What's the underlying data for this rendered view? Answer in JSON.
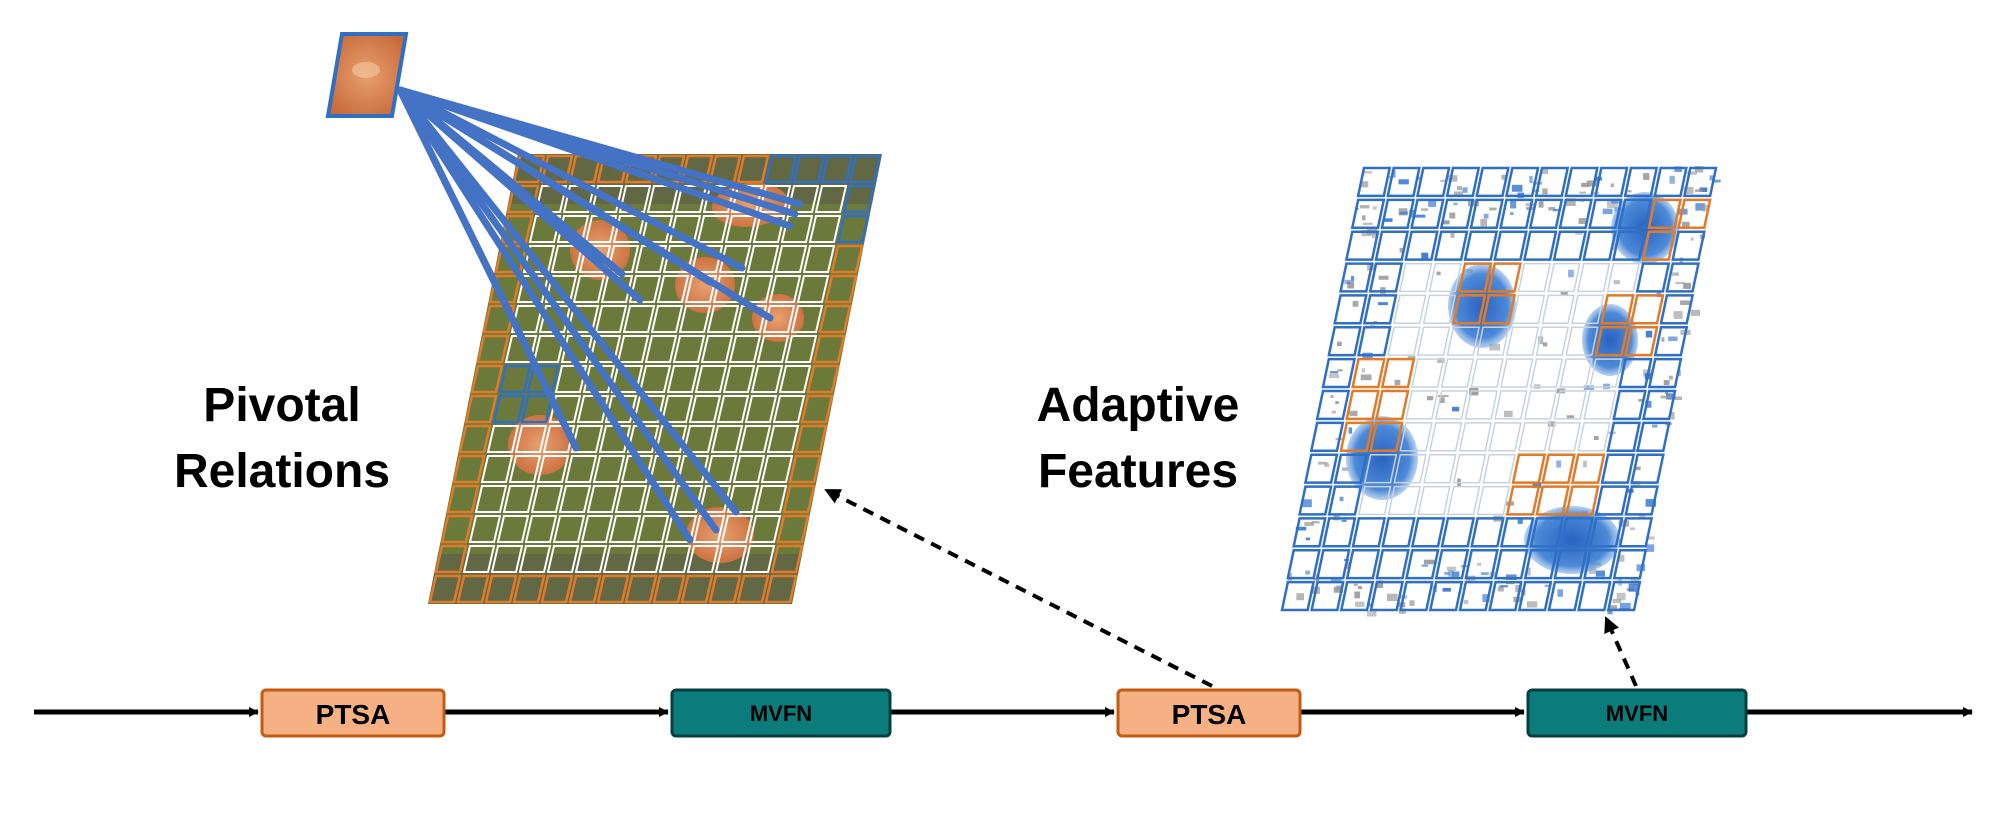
{
  "labels": {
    "pivotal_line1": "Pivotal",
    "pivotal_line2": "Relations",
    "adaptive_line1": "Adaptive",
    "adaptive_line2": "Features"
  },
  "pipeline": [
    {
      "id": "ptsa-1",
      "label": "PTSA",
      "kind": "ptsa"
    },
    {
      "id": "mvfn-1",
      "label": "MVFN",
      "kind": "mvfn"
    },
    {
      "id": "ptsa-2",
      "label": "PTSA",
      "kind": "ptsa"
    },
    {
      "id": "mvfn-2",
      "label": "MVFN",
      "kind": "mvfn"
    }
  ],
  "colors": {
    "ptsa_fill": "#f5b183",
    "ptsa_stroke": "#c55a11",
    "mvfn_fill": "#0b7b7b",
    "mvfn_stroke": "#063f3f",
    "relation_line": "#4472c4",
    "grid_orange": "#e07b2a",
    "grid_blue": "#2f6fc4",
    "field_green": "#6e7a3a",
    "blob_blue": "#3a78d0",
    "noise_gray": "#9a9a9a"
  }
}
